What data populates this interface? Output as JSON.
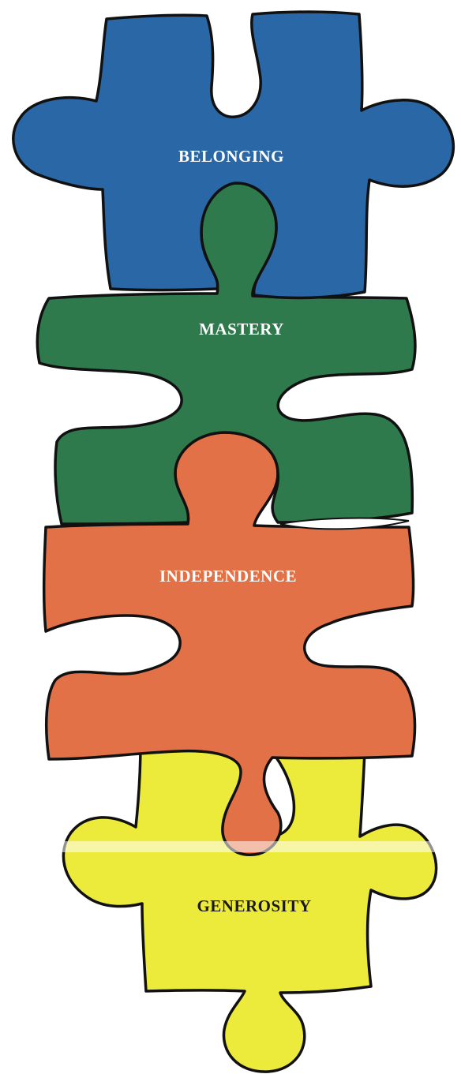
{
  "pieces": [
    {
      "id": "belonging",
      "label": "BELONGING",
      "fill": "#2a67a6",
      "text_color": "#ffffff"
    },
    {
      "id": "mastery",
      "label": "MASTERY",
      "fill": "#2f7a4c",
      "text_color": "#ffffff"
    },
    {
      "id": "independence",
      "label": "INDEPENDENCE",
      "fill": "#e37147",
      "text_color": "#ffffff"
    },
    {
      "id": "generosity",
      "label": "GENEROSITY",
      "fill": "#ecea3b",
      "text_color": "#1a1a1a"
    }
  ]
}
